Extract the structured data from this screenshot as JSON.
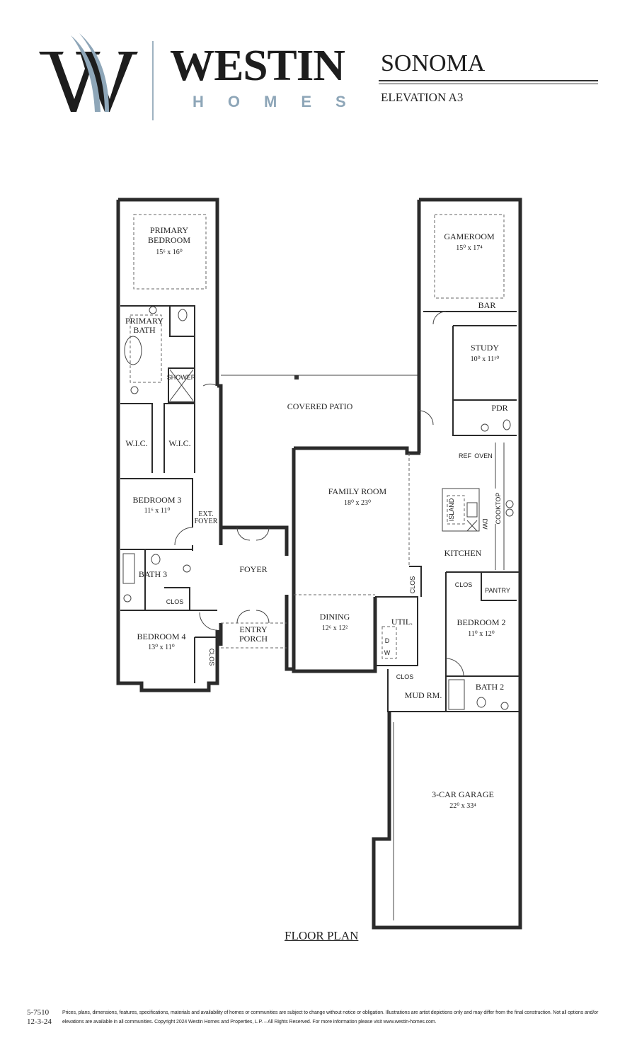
{
  "brand": {
    "name": "WESTIN",
    "sub": "HOMES",
    "logo_letter": "W",
    "colors": {
      "dark": "#1d1d1d",
      "blue": "#8ea6b8"
    }
  },
  "header": {
    "plan_name": "SONOMA",
    "elevation": "ELEVATION A3"
  },
  "rooms": {
    "primary_bedroom": {
      "name1": "PRIMARY",
      "name2": "BEDROOM",
      "dim": "15⁶ x 16⁰"
    },
    "primary_bath": {
      "name1": "PRIMARY",
      "name2": "BATH"
    },
    "shower": "SHOWER",
    "wic1": "W.I.C.",
    "wic2": "W.I.C.",
    "bedroom3": {
      "name": "BEDROOM 3",
      "dim": "11⁶ x 11⁰"
    },
    "ext_foyer": {
      "l1": "EXT.",
      "l2": "FOYER"
    },
    "bath3": "BATH 3",
    "clos_bath3": "CLOS",
    "bedroom4": {
      "name": "BEDROOM 4",
      "dim": "13⁰ x 11⁰"
    },
    "clos_bed4": "CLOS",
    "covered_patio": "COVERED PATIO",
    "foyer": "FOYER",
    "entry_porch": {
      "l1": "ENTRY",
      "l2": "PORCH"
    },
    "family_room": {
      "name": "FAMILY ROOM",
      "dim": "18⁰ x 23⁰"
    },
    "dining": {
      "name": "DINING",
      "dim": "12⁶ x 12²"
    },
    "gameroom": {
      "name": "GAMEROOM",
      "dim": "15⁰ x 17⁴"
    },
    "bar": "BAR",
    "study": {
      "name": "STUDY",
      "dim": "10⁰ x 11¹⁰"
    },
    "pdr": "PDR",
    "ref": "REF",
    "oven": "OVEN",
    "island": "ISLAND",
    "dw": "DW",
    "cooktop": "COOKTOP",
    "kitchen": "KITCHEN",
    "clos_hall": "CLOS",
    "clos_bed2": "CLOS",
    "pantry": "PANTRY",
    "util": "UTIL.",
    "washer": "W",
    "dryer": "D",
    "bedroom2": {
      "name": "BEDROOM 2",
      "dim": "11⁰ x 12⁰"
    },
    "clos_mud": "CLOS",
    "mud_room": "MUD RM.",
    "bath2": "BATH 2",
    "garage": {
      "name": "3-CAR GARAGE",
      "dim": "22⁰ x 33⁴"
    }
  },
  "plan_title": "FLOOR PLAN",
  "footer": {
    "code": "5-7510",
    "date": "12-3-24",
    "disclaimer": "Prices, plans, dimensions, features, specifications, materials and availability of homes or communities are subject to change without notice or obligation.  Illustrations are artist depictions only and may differ from the final construction.  Not all options and/or elevations are available in all communities.  Copyright 2024 Westin Homes and Properties, L.P. – All Rights Reserved.  For more information please visit www.westin-homes.com."
  }
}
